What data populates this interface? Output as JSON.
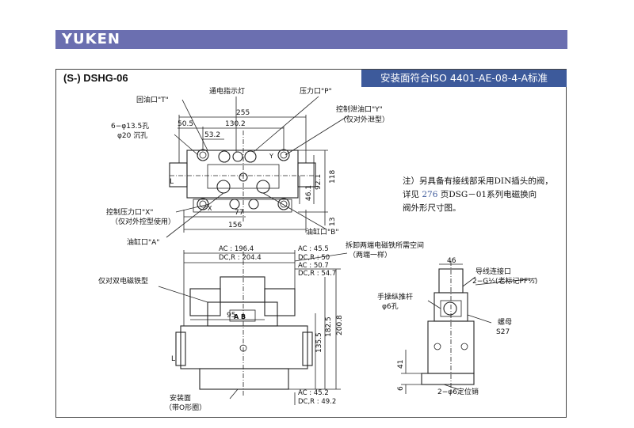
{
  "brand": "YUKEN",
  "model": "(S-) DSHG-06",
  "standard": "安装面符合ISO 4401-AE-08-4-A标准",
  "labels": {
    "return_port": "回油口\"T\"",
    "power_lamp": "通电指示灯",
    "pressure_port": "压力口\"P\"",
    "drain_port": "控制泄油口\"Y\"",
    "drain_port_note": "（仅对外泄型）",
    "holes": "6−φ13.5孔",
    "counterbore": "φ20 沉孔",
    "pilot_port": "控制压力口\"X\"",
    "pilot_port_note": "（仅对外控型使用）",
    "port_a": "油缸口\"A\"",
    "port_b": "油缸口\"B\"",
    "removal_space": "拆卸两端电磁铁所需空间",
    "removal_space_note": "（两端一样）",
    "double_solenoid": "仅对双电磁铁型",
    "mounting_surface": "安装面",
    "mounting_surface_note": "（带O形圈）",
    "conduit": "导线连接口",
    "conduit_thread": "2−G½(老标记PF½)",
    "manual_pin": "手操纵推杆",
    "manual_pin_hole": "φ6孔",
    "nut": "螺母",
    "nut_size": "S27",
    "locating_pins": "2−φ6定位销",
    "valve_ab": "A B",
    "letter_l": "L",
    "letter_x": "X",
    "letter_y": "Y"
  },
  "dims": {
    "d255": "255",
    "d50_5": "50.5",
    "d130_2": "130.2",
    "d53_2": "53.2",
    "d92_1": "92.1",
    "d118": "118",
    "d46_1": "46.1",
    "d13": "13",
    "d77": "77",
    "d156": "156",
    "d95": "95",
    "d135_5": "135.5",
    "d182_5": "182.5",
    "d200_8": "200.8",
    "d46": "46",
    "d41": "41",
    "d6": "6",
    "ac1": "AC    : 196.4",
    "dc1": "DC,R : 204.4",
    "ac2": "AC    : 45.5",
    "dc2": "DC,R : 50",
    "ac3": "AC    : 50.7",
    "dc3": "DC,R : 54.7",
    "ac4": "AC    : 45.2",
    "dc4": "DC,R : 49.2"
  },
  "note": {
    "line1": "注）另具备有接线部采用DIN插头的阀，",
    "line2_pre": "详见 ",
    "line2_page": "276",
    "line2_post": " 页DSG－01系列电磁换向",
    "line3": "阀外形尺寸图。"
  }
}
